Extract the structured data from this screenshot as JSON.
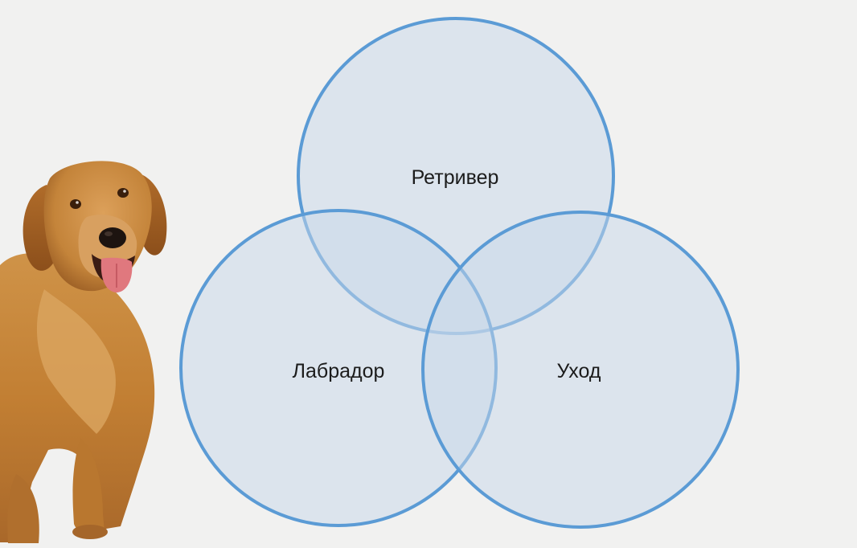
{
  "diagram": {
    "type": "venn",
    "sets": [
      {
        "label": "Ретривер"
      },
      {
        "label": "Лабрадор"
      },
      {
        "label": "Уход"
      }
    ]
  },
  "colors": {
    "circle_fill": "#c7d7ea",
    "circle_stroke": "#5b9bd5",
    "background": "#f1f1f0",
    "dog_fur": "#c98a3c"
  },
  "image": {
    "subject": "golden-retriever-dog"
  }
}
